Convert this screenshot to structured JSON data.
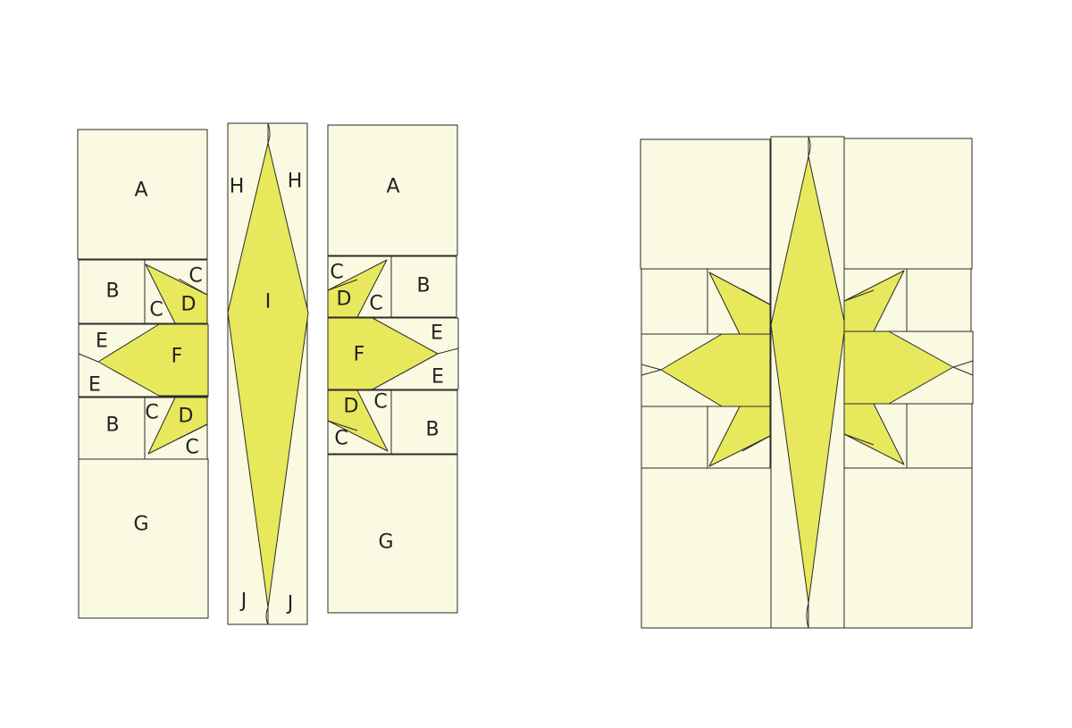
{
  "colors": {
    "background": "#ffffff",
    "cream": "#faf9e1",
    "yellow": "#e7e85c",
    "outline": "#2a2a2a",
    "text": "#222222"
  },
  "left_panel": {
    "labels": {
      "left_A": "A",
      "left_B_top": "B",
      "left_C_tr": "C",
      "left_C_tl": "C",
      "left_D_top": "D",
      "left_E_top": "E",
      "left_F": "F",
      "left_E_bot": "E",
      "left_B_bot": "B",
      "left_C_bl": "C",
      "left_D_bot": "D",
      "left_C_br": "C",
      "left_G": "G",
      "mid_H_left": "H",
      "mid_H_right": "H",
      "mid_I": "I",
      "mid_J_left": "J",
      "mid_J_right": "J",
      "right_A": "A",
      "right_C_tl": "C",
      "right_D_top": "D",
      "right_C_tr": "C",
      "right_B_top": "B",
      "right_E_top": "E",
      "right_F": "F",
      "right_E_bot": "E",
      "right_D_bot": "D",
      "right_C_br": "C",
      "right_C_bl": "C",
      "right_B_bot": "B",
      "right_G": "G"
    }
  }
}
